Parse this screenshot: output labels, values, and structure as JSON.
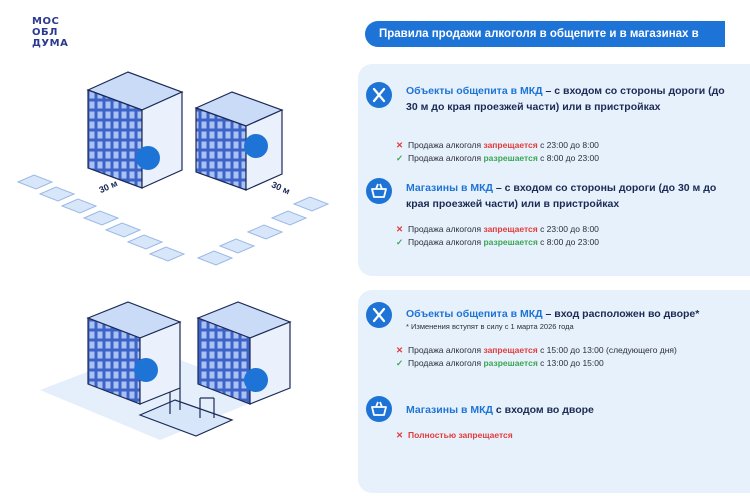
{
  "logo": [
    "МОС",
    "ОБЛ",
    "ДУМА"
  ],
  "header": "Правила продажи алкоголя в общепите и в магазинах в МКД",
  "illustration": {
    "distance_label_1": "30 м",
    "distance_label_2": "30 м"
  },
  "sections": [
    {
      "icon": "cutlery-icon",
      "title_a": "Объекты общепита в МКД",
      "title_b": " – с входом со стороны дороги (до 30 м до края проезжей части) или в пристройках",
      "rule1_a": "Продажа алкоголя ",
      "rule1_b": "запрещается",
      "rule1_c": " с 23:00 до 8:00",
      "rule2_a": "Продажа алкоголя ",
      "rule2_b": "разрешается",
      "rule2_c": " с 8:00 до 23:00"
    },
    {
      "icon": "basket-icon",
      "title_a": "Магазины в МКД",
      "title_b": " – с входом со стороны дороги (до 30 м до края проезжей части) или в пристройках",
      "rule1_a": "Продажа алкоголя ",
      "rule1_b": "запрещается",
      "rule1_c": " с 23:00 до 8:00",
      "rule2_a": "Продажа алкоголя ",
      "rule2_b": "разрешается",
      "rule2_c": " с 8:00 до 23:00"
    },
    {
      "icon": "cutlery-icon",
      "title_a": "Объекты общепита в МКД",
      "title_b": " – вход расположен во дворе*",
      "note": "* Изменения вступят в силу с 1 марта 2026 года",
      "rule1_a": "Продажа алкоголя ",
      "rule1_b": "запрещается",
      "rule1_c": " с 15:00 до 13:00 (следующего дня)",
      "rule2_a": "Продажа алкоголя ",
      "rule2_b": "разрешается",
      "rule2_c": " с 13:00 до 15:00"
    },
    {
      "icon": "basket-icon",
      "title_a": "Магазины в МКД",
      "title_b": " с входом во дворе",
      "rule1_b": "Полностью запрещается"
    }
  ],
  "colors": {
    "accent": "#1e74d6",
    "deny": "#e23b3b",
    "allow": "#3aa655",
    "navy": "#1b2a55"
  }
}
